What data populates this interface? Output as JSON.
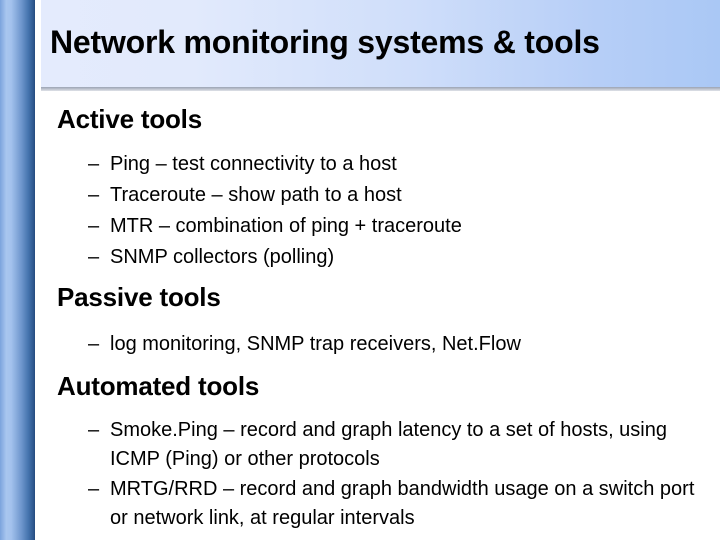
{
  "slide": {
    "title": "Network monitoring systems & tools",
    "accent_color": "#4372ac",
    "title_bar_color_left": "#e2eafc",
    "title_bar_color_right": "#aac8f5",
    "text_color": "#000000",
    "background_color": "#ffffff"
  },
  "sections": [
    {
      "heading": "Active tools",
      "bullets": [
        {
          "marker": "–",
          "text": "Ping – test connectivity to a host"
        },
        {
          "marker": "–",
          "text": "Traceroute – show path to a host"
        },
        {
          "marker": "–",
          "text": "MTR – combination of ping + traceroute"
        },
        {
          "marker": "–",
          "text": "SNMP collectors (polling)"
        }
      ]
    },
    {
      "heading": "Passive tools",
      "bullets": [
        {
          "marker": "–",
          "text": "log monitoring, SNMP trap receivers, Net.Flow"
        }
      ]
    },
    {
      "heading": "Automated tools",
      "bullets": [
        {
          "marker": "–",
          "text": "Smoke.Ping – record and graph latency to a set of hosts, using ICMP (Ping) or other protocols"
        },
        {
          "marker": "–",
          "text": "MRTG/RRD – record and graph bandwidth usage on a switch port or network link, at regular intervals"
        }
      ]
    }
  ]
}
